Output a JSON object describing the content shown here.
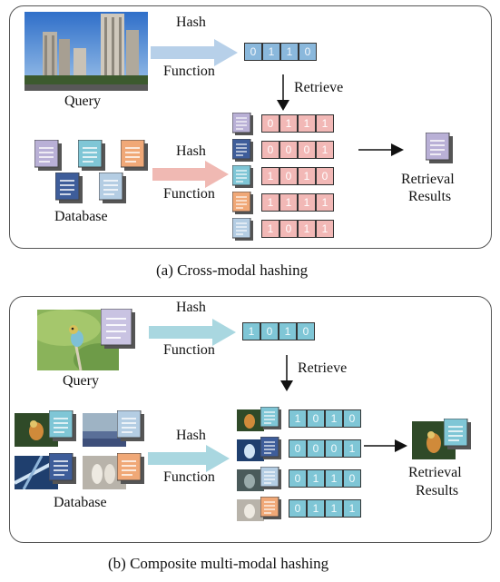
{
  "panel_a": {
    "caption": "(a)  Cross-modal hashing",
    "query_label": "Query",
    "hash_label_top": "Hash",
    "function_label_top": "Function",
    "retrieve_label": "Retrieve",
    "hash_label_db": "Hash",
    "function_label_db": "Function",
    "database_label": "Database",
    "results_label_1": "Retrieval",
    "results_label_2": "Results",
    "query_code": [
      "0",
      "1",
      "1",
      "0"
    ],
    "db_codes": [
      [
        "0",
        "1",
        "1",
        "1"
      ],
      [
        "0",
        "0",
        "0",
        "1"
      ],
      [
        "1",
        "0",
        "1",
        "0"
      ],
      [
        "1",
        "1",
        "1",
        "1"
      ],
      [
        "1",
        "0",
        "1",
        "1"
      ]
    ],
    "doc_colors": [
      "#b9b0d6",
      "#3e5d9a",
      "#7fc6d6",
      "#f0a877",
      "#b4cde3"
    ]
  },
  "panel_b": {
    "caption": "(b)  Composite multi-modal hashing",
    "query_label": "Query",
    "hash_label_top": "Hash",
    "function_label_top": "Function",
    "retrieve_label": "Retrieve",
    "hash_label_db": "Hash",
    "function_label_db": "Function",
    "database_label": "Database",
    "results_label_1": "Retrieval",
    "results_label_2": "Results",
    "query_code": [
      "1",
      "0",
      "1",
      "0"
    ],
    "db_codes": [
      [
        "1",
        "0",
        "1",
        "0"
      ],
      [
        "0",
        "0",
        "0",
        "1"
      ],
      [
        "0",
        "1",
        "1",
        "0"
      ],
      [
        "0",
        "1",
        "1",
        "1"
      ]
    ],
    "doc_colors": [
      "#7fc6d6",
      "#3e5d9a",
      "#b4cde3",
      "#f0a877"
    ]
  },
  "colors": {
    "arrow_blue": "#b7d0e9",
    "arrow_pink": "#f0b9b3",
    "arrow_teal": "#a9d7e0",
    "code_blue": "#8ab8dc",
    "code_pink": "#f2b8b6",
    "code_teal": "#7fc6d6"
  },
  "icons": [
    "city-photo-icon",
    "document-icon",
    "bird-photo-icon",
    "lavender-photo-icon",
    "structure-photo-icon",
    "pelican-photo-icon"
  ]
}
